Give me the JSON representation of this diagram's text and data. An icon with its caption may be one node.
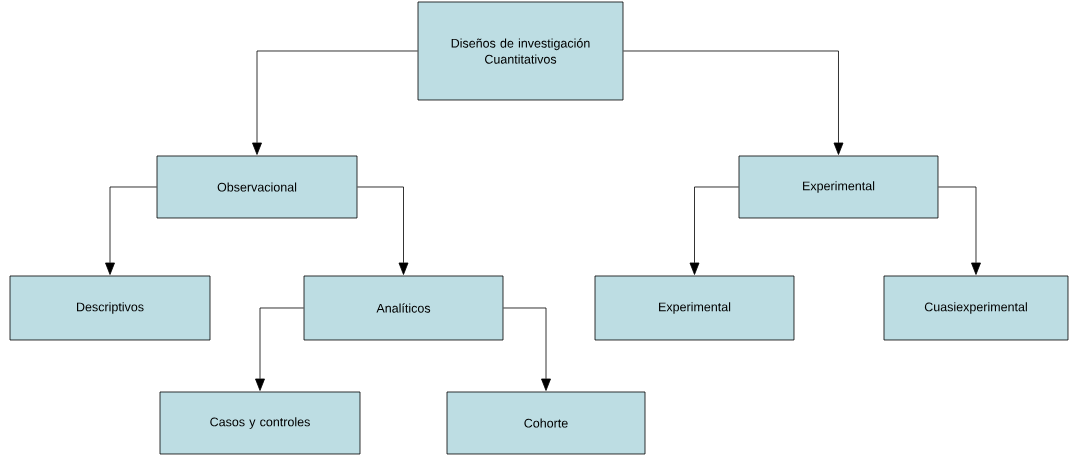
{
  "diagram": {
    "nodes": [
      {
        "text": [
          "Diseños de investigación Cuantitativos"
        ]
      },
      {
        "text": [
          "Observacional"
        ]
      },
      {
        "text": [
          "Experimental"
        ]
      },
      {
        "text": [
          "Descriptivos"
        ]
      },
      {
        "text": [
          "Analíticos"
        ]
      },
      {
        "text": [
          "Experimental"
        ]
      },
      {
        "text": [
          "Cuasiexperimental"
        ]
      },
      {
        "text": [
          "Casos y controles"
        ]
      },
      {
        "text": [
          "Cohorte"
        ]
      }
    ],
    "edges": [
      {
        "from": 0,
        "to": 1,
        "arrow": "to"
      },
      {
        "from": 0,
        "to": 2,
        "arrow": "to"
      },
      {
        "from": 1,
        "to": 3,
        "arrow": "to"
      },
      {
        "from": 1,
        "to": 4,
        "arrow": "to"
      },
      {
        "from": 2,
        "to": 5,
        "arrow": "to"
      },
      {
        "from": 2,
        "to": 6,
        "arrow": "to"
      },
      {
        "from": 4,
        "to": 7,
        "arrow": "to"
      },
      {
        "from": 4,
        "to": 8,
        "arrow": "to"
      }
    ]
  }
}
